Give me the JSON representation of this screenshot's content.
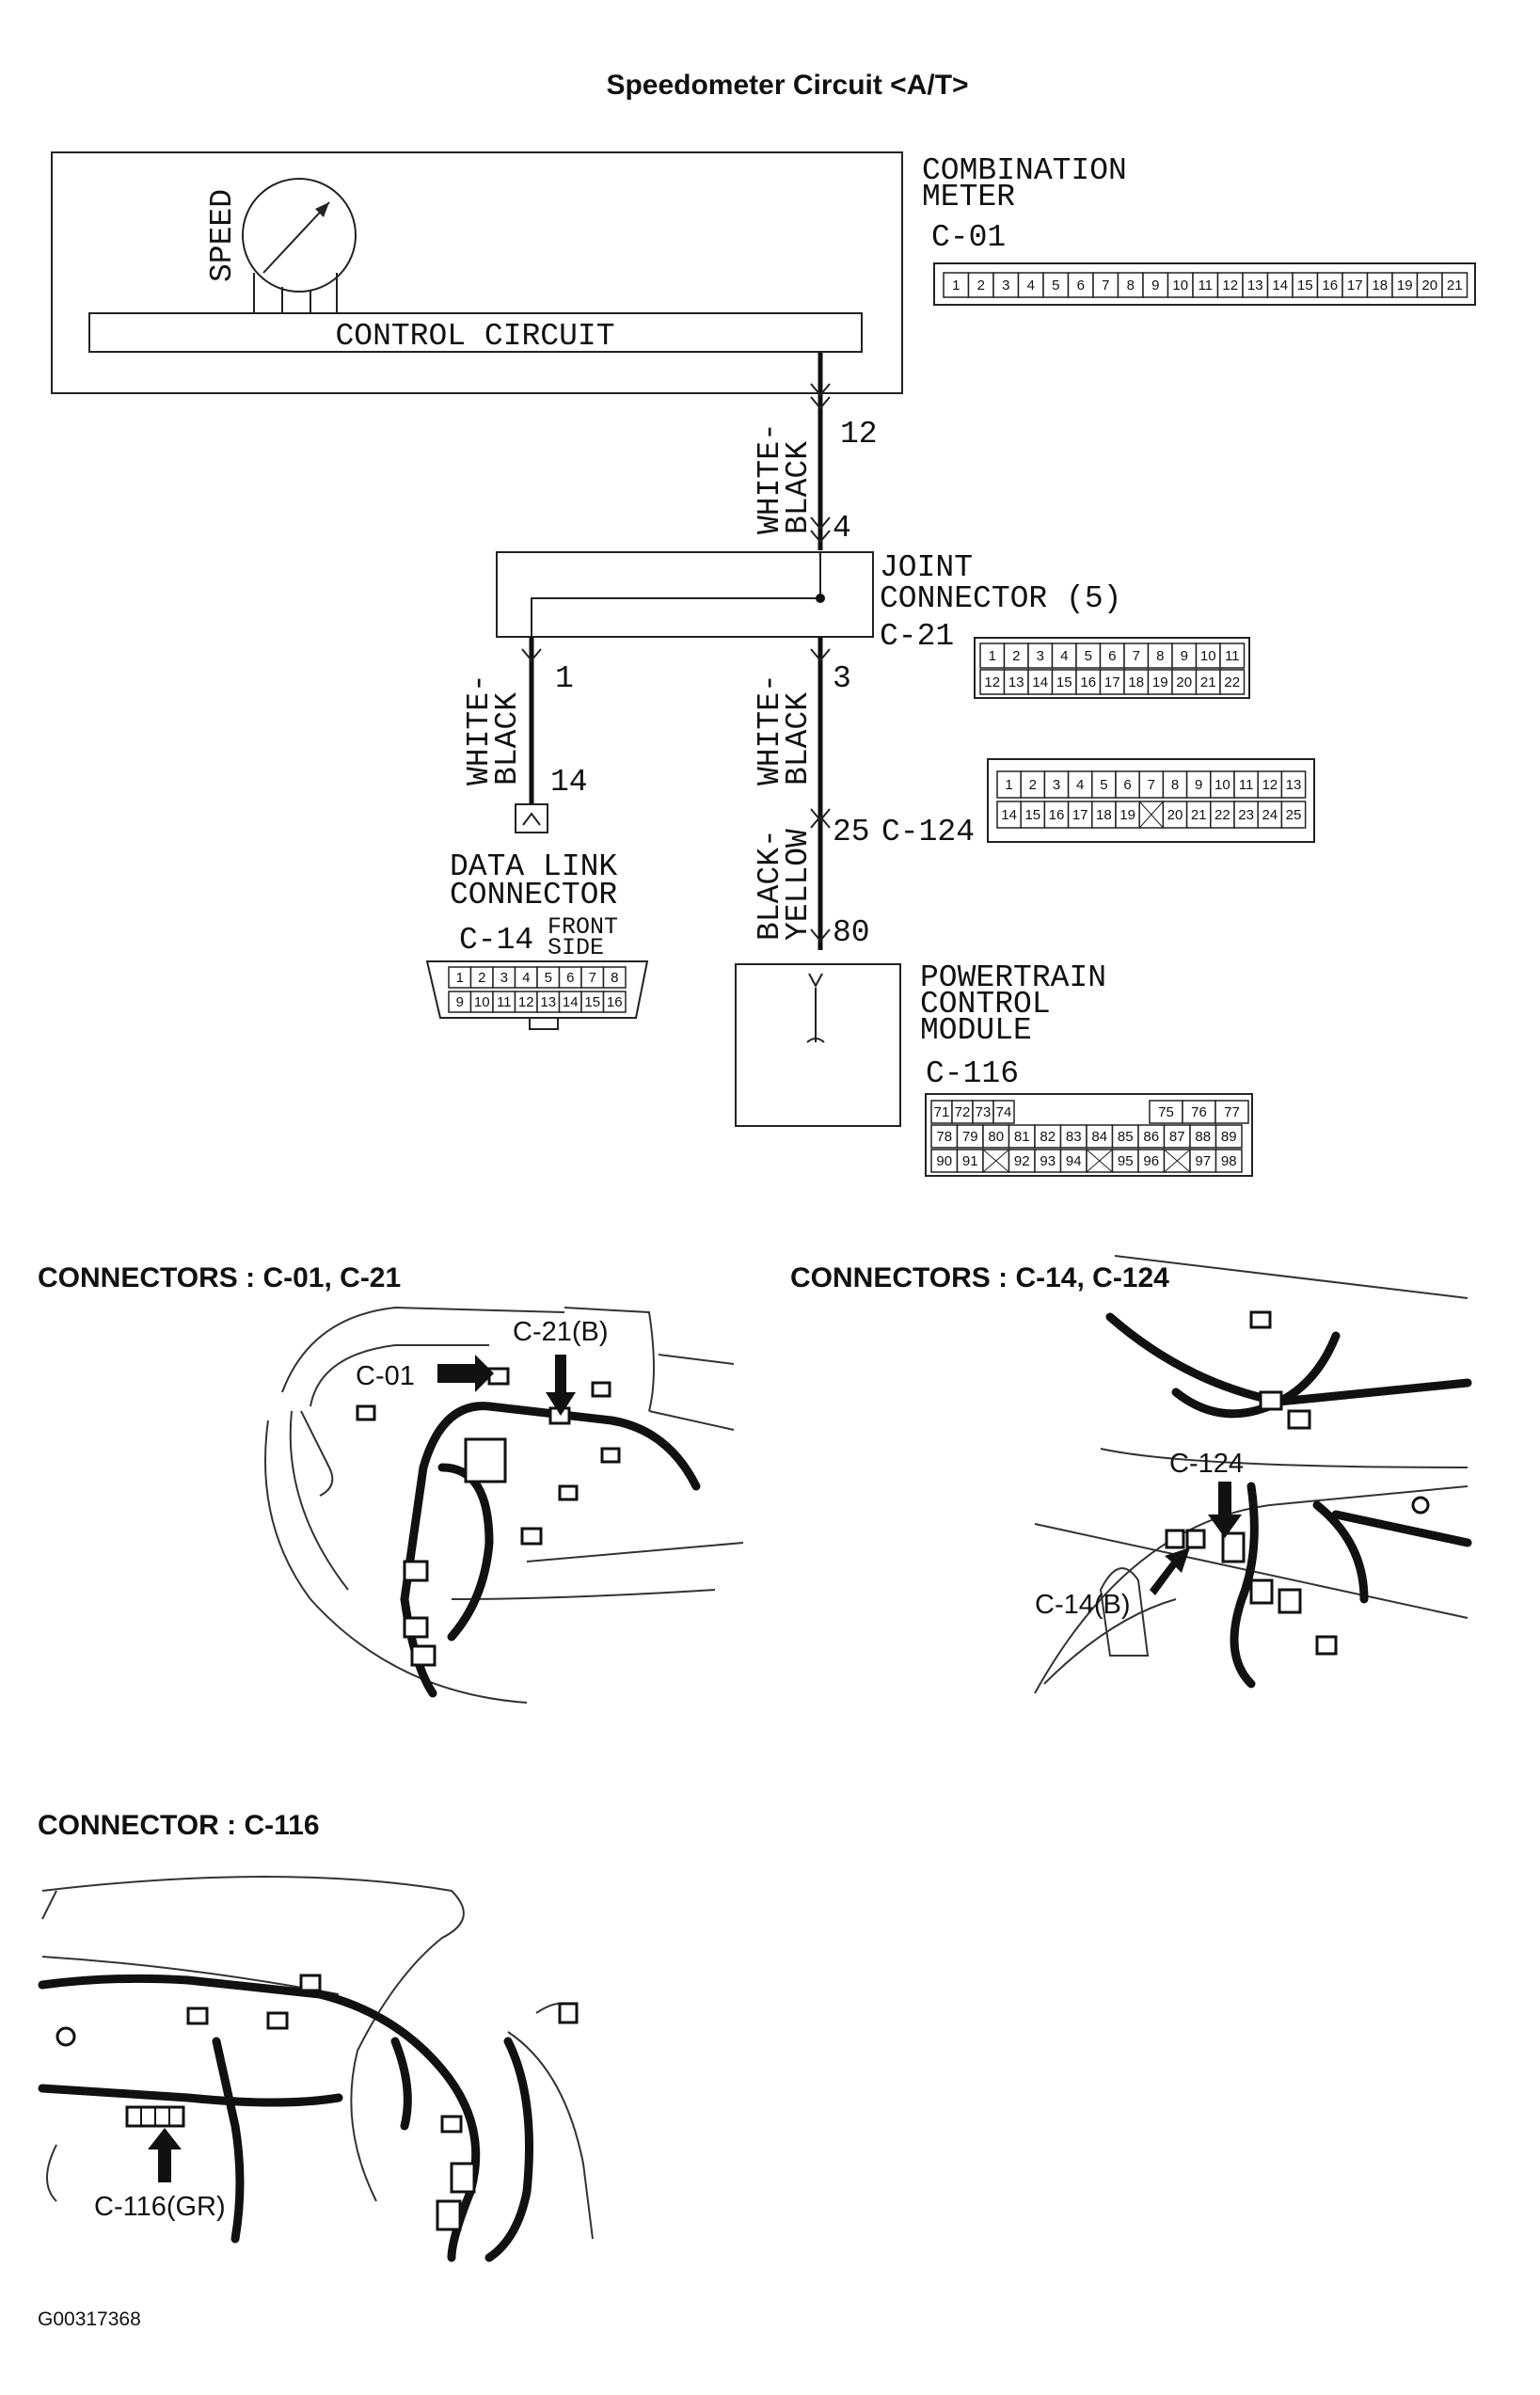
{
  "title": "Speedometer Circuit <A/T>",
  "meter": {
    "speed_label": "SPEED",
    "control_circuit": "CONTROL CIRCUIT",
    "name_line1": "COMBINATION",
    "name_line2": "METER",
    "id": "C-01",
    "pins": [
      "1",
      "2",
      "3",
      "4",
      "5",
      "6",
      "7",
      "8",
      "9",
      "10",
      "11",
      "12",
      "13",
      "14",
      "15",
      "16",
      "17",
      "18",
      "19",
      "20",
      "21"
    ]
  },
  "wires": {
    "meter_to_joint": {
      "color_line1": "WHITE-",
      "color_line2": "BLACK",
      "pin_top": "12",
      "pin_bottom": "4"
    },
    "joint_to_dlc": {
      "color_line1": "WHITE-",
      "color_line2": "BLACK",
      "pin_top": "1",
      "pin_bottom": "14"
    },
    "joint_to_c124": {
      "color_line1": "WHITE-",
      "color_line2": "BLACK",
      "pin_top": "3"
    },
    "c124_to_pcm": {
      "color_line1": "BLACK-",
      "color_line2": "YELLOW",
      "pin_top": "25",
      "pin_bottom": "80"
    }
  },
  "joint_connector": {
    "name_line1": "JOINT",
    "name_line2": "CONNECTOR (5)",
    "id": "C-21",
    "pins_row1": [
      "1",
      "2",
      "3",
      "4",
      "5",
      "6",
      "7",
      "8",
      "9",
      "10",
      "11"
    ],
    "pins_row2": [
      "12",
      "13",
      "14",
      "15",
      "16",
      "17",
      "18",
      "19",
      "20",
      "21",
      "22"
    ]
  },
  "c124": {
    "id": "C-124",
    "pins_row1": [
      "1",
      "2",
      "3",
      "4",
      "5",
      "6",
      "7",
      "8",
      "9",
      "10",
      "11",
      "12",
      "13"
    ],
    "pins_row2": [
      "14",
      "15",
      "16",
      "17",
      "18",
      "19",
      "",
      "20",
      "21",
      "22",
      "23",
      "24",
      "25"
    ]
  },
  "dlc": {
    "name_line1": "DATA LINK",
    "name_line2": "CONNECTOR",
    "id": "C-14",
    "side_line1": "FRONT",
    "side_line2": "SIDE",
    "pins_row1": [
      "1",
      "2",
      "3",
      "4",
      "5",
      "6",
      "7",
      "8"
    ],
    "pins_row2": [
      "9",
      "10",
      "11",
      "12",
      "13",
      "14",
      "15",
      "16"
    ]
  },
  "pcm": {
    "name_line1": "POWERTRAIN",
    "name_line2": "CONTROL",
    "name_line3": "MODULE",
    "id": "C-116",
    "pins_row1": [
      "71",
      "72",
      "73",
      "74",
      "",
      "75",
      "76",
      "77"
    ],
    "pins_row2": [
      "78",
      "79",
      "80",
      "81",
      "82",
      "83",
      "84",
      "85",
      "86",
      "87",
      "88",
      "89"
    ],
    "pins_row3": [
      "90",
      "91",
      "",
      "92",
      "93",
      "94",
      "",
      "95",
      "96",
      "",
      "97",
      "98"
    ]
  },
  "locator1": {
    "heading": "CONNECTORS : C-01, C-21",
    "callout_a": "C-01",
    "callout_b": "C-21(B)"
  },
  "locator2": {
    "heading": "CONNECTORS : C-14, C-124",
    "callout_a": "C-124",
    "callout_b": "C-14(B)"
  },
  "locator3": {
    "heading": "CONNECTOR : C-116",
    "callout_a": "C-116(GR)"
  },
  "figure_id": "G00317368"
}
